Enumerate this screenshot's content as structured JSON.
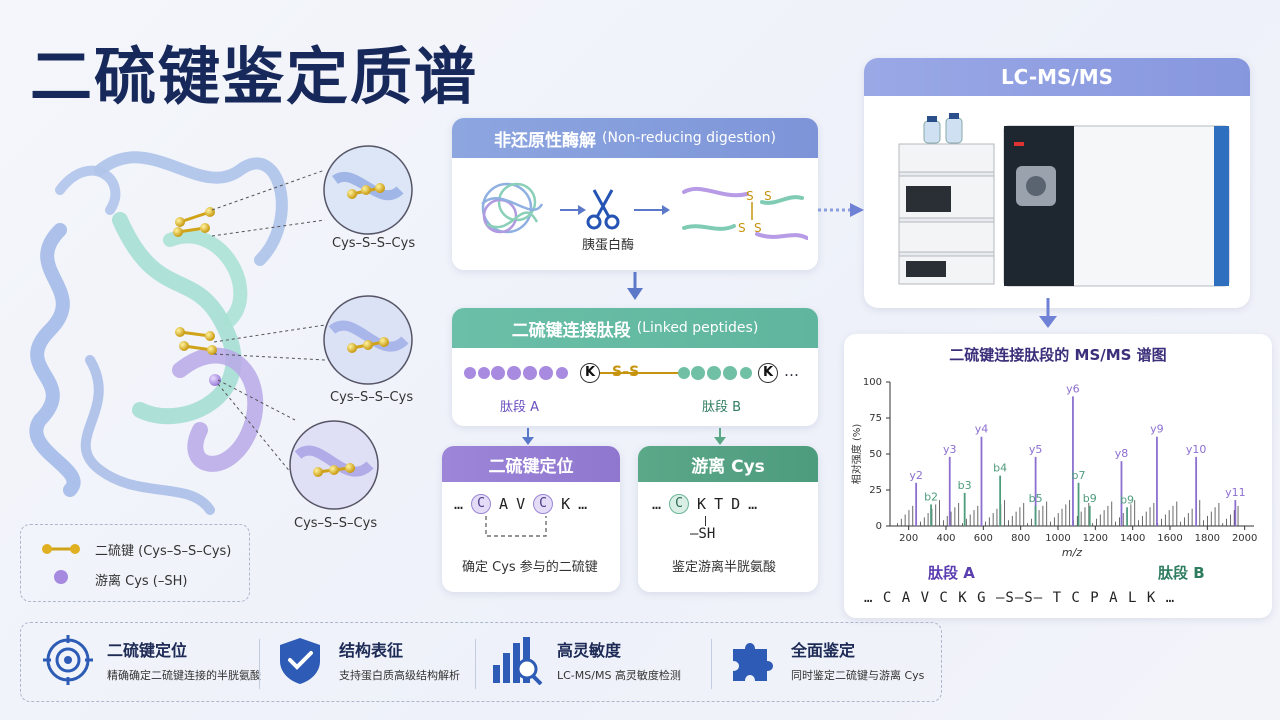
{
  "title": "二硫键鉴定质谱",
  "structure": {
    "zoom_labels": [
      "Cys–S–S–Cys",
      "Cys–S–S–Cys",
      "Cys–S–S–Cys"
    ]
  },
  "legend": {
    "bond_label": "二硫键 (Cys–S–S–Cys)",
    "free_label": "游离 Cys (–SH)"
  },
  "digestion": {
    "title": "非还原性酶解",
    "subtitle": "(Non-reducing digestion)",
    "enzyme": "胰蛋白酶"
  },
  "linked": {
    "title": "二硫键连接肽段",
    "subtitle": "(Linked peptides)",
    "peptide_a": "肽段 A",
    "peptide_b": "肽段 B",
    "k": "K",
    "ss": "S–S",
    "ellipsis": "…"
  },
  "localize": {
    "title": "二硫键定位",
    "seq": [
      "…",
      "C",
      "A",
      "V",
      "C",
      "K",
      "…"
    ],
    "desc": "确定 Cys 参与的二硫键"
  },
  "free_cys": {
    "title": "游离 Cys",
    "seq": [
      "…",
      "C",
      "K",
      "T",
      "D",
      "…"
    ],
    "sh": "–SH",
    "desc": "鉴定游离半胱氨酸"
  },
  "lcms": {
    "title": "LC-MS/MS"
  },
  "spectrum": {
    "title": "二硫键连接肽段的 MS/MS 谱图",
    "ylabel": "相对强度 (%)",
    "xlabel": "m/z",
    "peptide_a": "肽段 A",
    "peptide_b": "肽段 B",
    "sequence": "…  C A V C K G —S–S— T C P A L K …"
  },
  "chart_data": {
    "type": "bar",
    "title": "二硫键连接肽段的 MS/MS 谱图",
    "xlabel": "m/z",
    "ylabel": "相对强度 (%)",
    "xlim": [
      100,
      2050
    ],
    "ylim": [
      0,
      100
    ],
    "xticks": [
      200,
      400,
      600,
      800,
      1000,
      1200,
      1400,
      1600,
      1800,
      2000
    ],
    "yticks": [
      0,
      25,
      50,
      75,
      100
    ],
    "peaks": [
      {
        "mz": 240,
        "intensity": 30,
        "label": "y2",
        "color": "#8c6fd0"
      },
      {
        "mz": 320,
        "intensity": 15,
        "label": "b2",
        "color": "#4f9c7d"
      },
      {
        "mz": 420,
        "intensity": 48,
        "label": "y3",
        "color": "#8c6fd0"
      },
      {
        "mz": 500,
        "intensity": 23,
        "label": "b3",
        "color": "#4f9c7d"
      },
      {
        "mz": 590,
        "intensity": 62,
        "label": "y4",
        "color": "#8c6fd0"
      },
      {
        "mz": 690,
        "intensity": 35,
        "label": "b4",
        "color": "#4f9c7d"
      },
      {
        "mz": 880,
        "intensity": 48,
        "label": "y5",
        "color": "#8c6fd0"
      },
      {
        "mz": 880,
        "intensity": 14,
        "label": "b5",
        "color": "#4f9c7d"
      },
      {
        "mz": 1080,
        "intensity": 90,
        "label": "y6",
        "color": "#8c6fd0"
      },
      {
        "mz": 1110,
        "intensity": 30,
        "label": "b7",
        "color": "#4f9c7d"
      },
      {
        "mz": 1170,
        "intensity": 14,
        "label": "b9",
        "color": "#4f9c7d"
      },
      {
        "mz": 1340,
        "intensity": 45,
        "label": "y8",
        "color": "#8c6fd0"
      },
      {
        "mz": 1370,
        "intensity": 13,
        "label": "b9",
        "color": "#4f9c7d"
      },
      {
        "mz": 1530,
        "intensity": 62,
        "label": "y9",
        "color": "#8c6fd0"
      },
      {
        "mz": 1740,
        "intensity": 48,
        "label": "y10",
        "color": "#8c6fd0"
      },
      {
        "mz": 1950,
        "intensity": 18,
        "label": "y11",
        "color": "#8c6fd0"
      }
    ]
  },
  "features": [
    {
      "icon": "target-icon",
      "title": "二硫键定位",
      "desc": "精确确定二硫键连接的半胱氨酸"
    },
    {
      "icon": "shield-check-icon",
      "title": "结构表征",
      "desc": "支持蛋白质高级结构解析"
    },
    {
      "icon": "bar-chart-magnifier-icon",
      "title": "高灵敏度",
      "desc": "LC-MS/MS 高灵敏度检测"
    },
    {
      "icon": "puzzle-icon",
      "title": "全面鉴定",
      "desc": "同时鉴定二硫键与游离 Cys"
    }
  ]
}
